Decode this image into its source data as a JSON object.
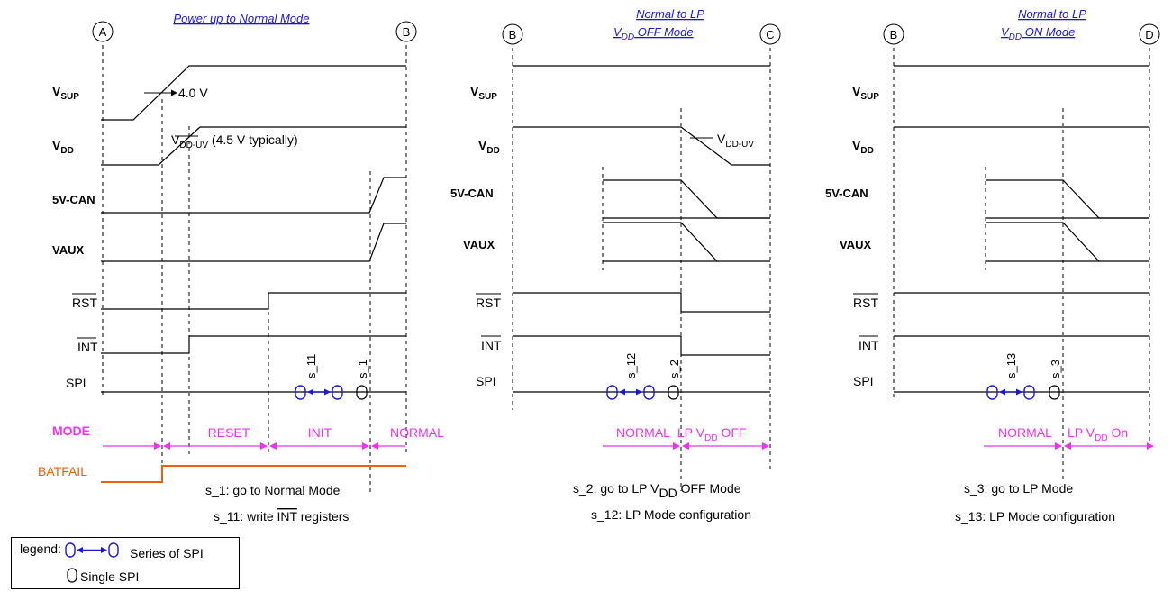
{
  "diagram1": {
    "title": "Power up to Normal Mode",
    "marker_left": "A",
    "marker_right": "B",
    "labels": {
      "vsup": "V",
      "vsup_sub": "SUP",
      "vdd": "V",
      "vdd_sub": "DD",
      "can": "5V-CAN",
      "vaux": "VAUX",
      "rst": "RST",
      "int": "INT",
      "spi": "SPI",
      "mode": "MODE",
      "batfail": "BATFAIL"
    },
    "annot_vsup": "4.0 V",
    "annot_vdd_v": "V",
    "annot_vdd_sub": "DD-UV",
    "annot_vdd_rest": " (4.5 V typically)",
    "spi_s11": "s_11",
    "spi_s1": "s_1",
    "modes": [
      "RESET",
      "INIT",
      "NORMAL"
    ],
    "note1": "s_1: go to Normal Mode",
    "note2_pre": "s_11: write ",
    "note2_int": "INT",
    "note2_post": " registers"
  },
  "diagram2": {
    "title_line1": "Normal to LP",
    "title_line2_v": "V",
    "title_line2_sub": "DD",
    "title_line2_rest": " OFF Mode",
    "marker_left": "B",
    "marker_right": "C",
    "labels": {
      "vsup": "V",
      "vsup_sub": "SUP",
      "vdd": "V",
      "vdd_sub": "DD",
      "can": "5V-CAN",
      "vaux": "VAUX",
      "rst": "RST",
      "int": "INT",
      "spi": "SPI"
    },
    "annot_vdd_v": "V",
    "annot_vdd_sub": "DD-UV",
    "spi_s12": "s_12",
    "spi_s2": "s_2",
    "mode_normal": "NORMAL",
    "mode_lp": "LP V",
    "mode_lp_sub": "DD",
    "mode_lp_rest": " OFF",
    "note1_pre": "s_2: go to LP V",
    "note1_sub": "DD",
    "note1_post": " OFF Mode",
    "note2": "s_12: LP Mode configuration"
  },
  "diagram3": {
    "title_line1": "Normal to LP",
    "title_line2_v": "V",
    "title_line2_sub": "DD",
    "title_line2_rest": " ON Mode",
    "marker_left": "B",
    "marker_right": "D",
    "labels": {
      "vsup": "V",
      "vsup_sub": "SUP",
      "vdd": "V",
      "vdd_sub": "DD",
      "can": "5V-CAN",
      "vaux": "VAUX",
      "rst": "RST",
      "int": "INT",
      "spi": "SPI"
    },
    "spi_s13": "s_13",
    "spi_s3": "s_3",
    "mode_normal": "NORMAL",
    "mode_lp": "LP V",
    "mode_lp_sub": "DD",
    "mode_lp_rest": " On",
    "note1": "s_3: go to LP Mode",
    "note2": "s_13: LP Mode configuration"
  },
  "legend": {
    "title": "legend:",
    "series": "Series of SPI",
    "single": "Single SPI"
  },
  "colors": {
    "title": "#1a1acc",
    "spi_series": "#1a1acc",
    "mode": "#ee33ee",
    "batfail": "#e86010",
    "line": "#000000"
  }
}
